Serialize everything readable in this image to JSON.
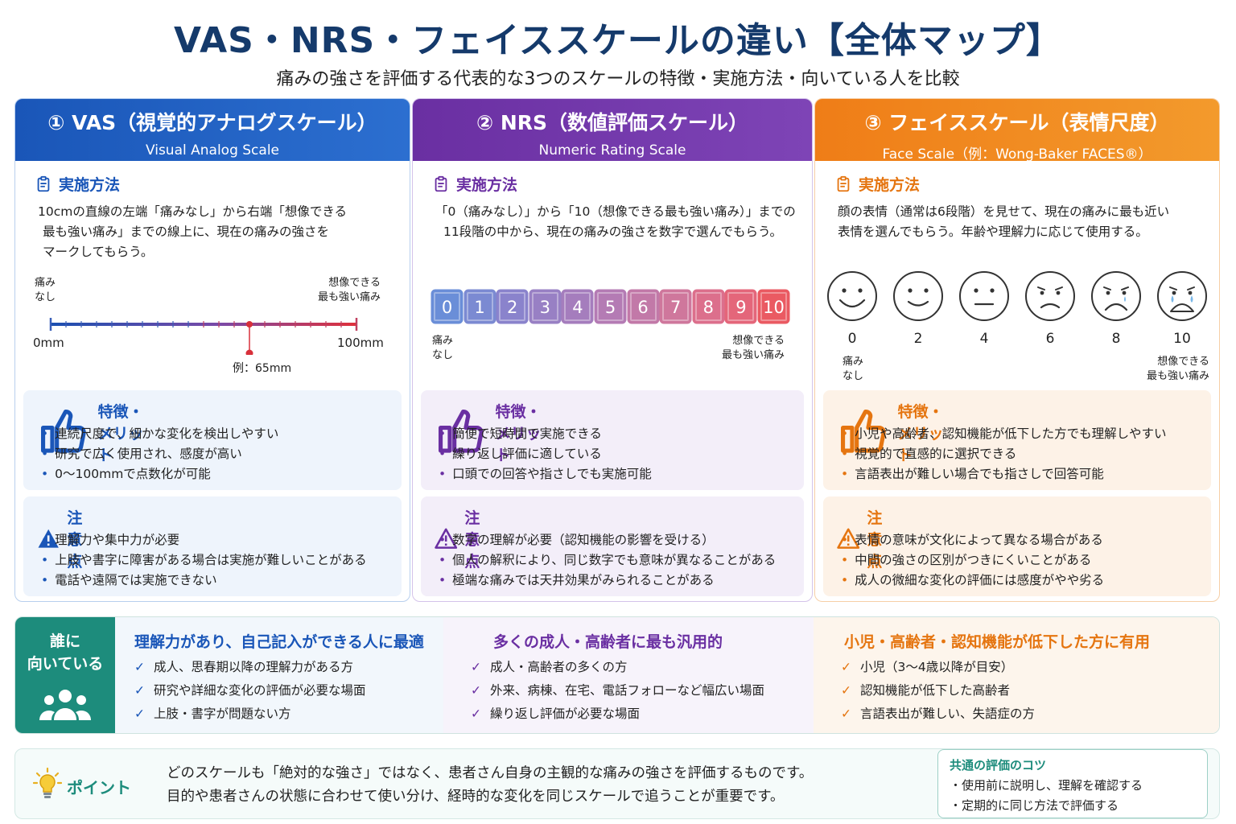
{
  "title": "VAS・NRS・フェイススケールの違い【全体マップ】",
  "subtitle": "痛みの強さを評価する代表的な3つのスケールの特徴・実施方法・向いている人を比較",
  "section_labels": {
    "method": "実施方法",
    "merit": "特徴・メリット",
    "caution": "注意点"
  },
  "vas": {
    "title": "① VAS（視覚的アナログスケール）",
    "subtitle": "Visual Analog Scale",
    "method": [
      "10cmの直線の左端「痛みなし」から右端「想像できる",
      "最も強い痛み」までの線上に、現在の痛みの強さを",
      "マークしてもらう。"
    ],
    "left_label": [
      "痛み",
      "なし"
    ],
    "right_label": [
      "想像できる",
      "最も強い痛み"
    ],
    "start_mm": "0mm",
    "end_mm": "100mm",
    "example": "例：65mm",
    "example_value_mm": 65,
    "merits": [
      "連続尺度で、細かな変化を検出しやすい",
      "研究で広く使用され、感度が高い",
      "0〜100mmで点数化が可能"
    ],
    "cautions": [
      "理解力や集中力が必要",
      "上肢や書字に障害がある場合は実施が難しいことがある",
      "電話や遠隔では実施できない"
    ]
  },
  "nrs": {
    "title": "② NRS（数値評価スケール）",
    "subtitle": "Numeric Rating Scale",
    "method": [
      "「0（痛みなし）」から「10（想像できる最も強い痛み）」までの",
      "11段階の中から、現在の痛みの強さを数字で選んでもらう。"
    ],
    "numbers": [
      "0",
      "1",
      "2",
      "3",
      "4",
      "5",
      "6",
      "7",
      "8",
      "9",
      "10"
    ],
    "colors": [
      "#6a8ed8",
      "#7b8ad2",
      "#8a83cc",
      "#9880c4",
      "#a57dbd",
      "#b47bb4",
      "#c279a8",
      "#cf779c",
      "#dc6f8c",
      "#e4667a",
      "#ea5a62"
    ],
    "left_label": [
      "痛み",
      "なし"
    ],
    "right_label": [
      "想像できる",
      "最も強い痛み"
    ],
    "merits": [
      "簡便で短時間で実施できる",
      "繰り返し評価に適している",
      "口頭での回答や指さしでも実施可能"
    ],
    "cautions": [
      "数字の理解が必要（認知機能の影響を受ける）",
      "個人の解釈により、同じ数字でも意味が異なることがある",
      "極端な痛みでは天井効果がみられることがある"
    ]
  },
  "face": {
    "title": "③ フェイススケール（表情尺度）",
    "subtitle": "Face Scale（例：Wong-Baker FACES®）",
    "method": [
      "顔の表情（通常は6段階）を見せて、現在の痛みに最も近い",
      "表情を選んでもらう。年齢や理解力に応じて使用する。"
    ],
    "numbers": [
      "0",
      "2",
      "4",
      "6",
      "8",
      "10"
    ],
    "left_label": [
      "痛み",
      "なし"
    ],
    "right_label": [
      "想像できる",
      "最も強い痛み"
    ],
    "merits": [
      "小児や高齢者、認知機能が低下した方でも理解しやすい",
      "視覚的で直感的に選択できる",
      "言語表出が難しい場合でも指さしで回答可能"
    ],
    "cautions": [
      "表情の意味が文化によって異なる場合がある",
      "中間の強さの区別がつきにくいことがある",
      "成人の微細な変化の評価には感度がやや劣る"
    ]
  },
  "fit": {
    "badge": [
      "誰に",
      "向いている"
    ],
    "vas_title": "理解力があり、自己記入ができる人に最適",
    "vas_items": [
      "成人、思春期以降の理解力がある方",
      "研究や詳細な変化の評価が必要な場面",
      "上肢・書字が問題ない方"
    ],
    "nrs_title": "多くの成人・高齢者に最も汎用的",
    "nrs_items": [
      "成人・高齢者の多くの方",
      "外来、病棟、在宅、電話フォローなど幅広い場面",
      "繰り返し評価が必要な場面"
    ],
    "face_title": "小児・高齢者・認知機能が低下した方に有用",
    "face_items": [
      "小児（3〜4歳以降が目安）",
      "認知機能が低下した高齢者",
      "言語表出が難しい、失語症の方"
    ]
  },
  "point": {
    "label": "ポイント",
    "lines": [
      "どのスケールも「絶対的な強さ」ではなく、患者さん自身の主観的な痛みの強さを評価するものです。",
      "目的や患者さんの状態に合わせて使い分け、経時的な変化を同じスケールで追うことが重要です。"
    ],
    "tips_title": "共通の評価のコツ",
    "tips": [
      "・使用前に説明し、理解を確認する",
      "・定期的に同じ方法で評価する"
    ]
  },
  "colors": {
    "vas": "#1a56b8",
    "nrs": "#6a2fa2",
    "face": "#ef7d17",
    "fit": "#1d8c7c",
    "title": "#153a6b"
  }
}
